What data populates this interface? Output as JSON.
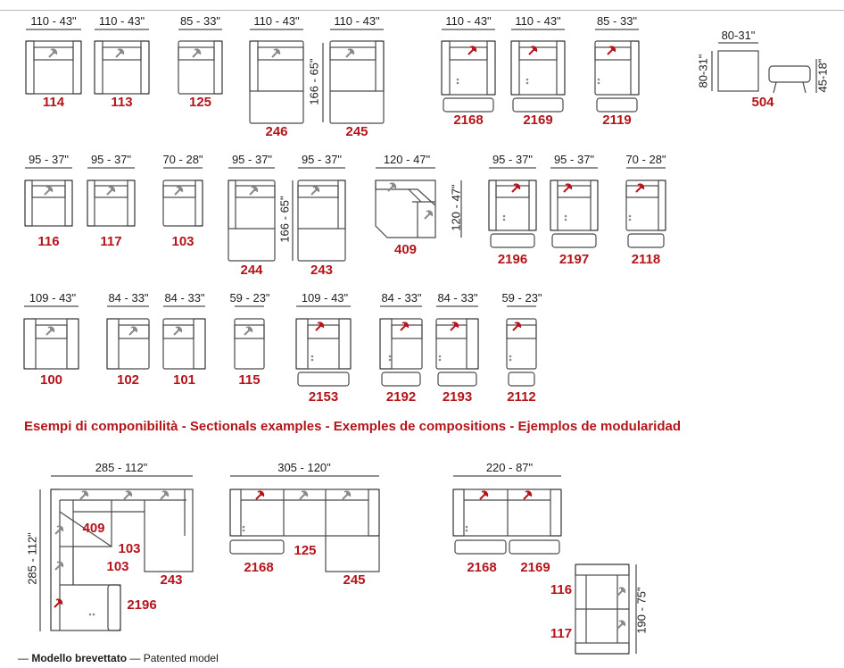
{
  "modules_row1": [
    {
      "width": "110 - 43\"",
      "code": "114"
    },
    {
      "width": "110 - 43\"",
      "code": "113"
    },
    {
      "width": "85 - 33\"",
      "code": "125"
    },
    {
      "width": "110 - 43\"",
      "code": "246",
      "depth": "166 - 65\""
    },
    {
      "width": "110 - 43\"",
      "code": "245"
    },
    {
      "width": "110 - 43\"",
      "code": "2168"
    },
    {
      "width": "110 - 43\"",
      "code": "2169"
    },
    {
      "width": "85 - 33\"",
      "code": "2119"
    }
  ],
  "pouf": {
    "width": "80-31\"",
    "depth": "80-31\"",
    "height": "45-18\"",
    "code": "504"
  },
  "modules_row2": [
    {
      "width": "95 - 37\"",
      "code": "116"
    },
    {
      "width": "95 - 37\"",
      "code": "117"
    },
    {
      "width": "70 - 28\"",
      "code": "103"
    },
    {
      "width": "95 - 37\"",
      "code": "244",
      "depth": "166 - 65\""
    },
    {
      "width": "95 - 37\"",
      "code": "243"
    },
    {
      "width": "120 - 47\"",
      "code": "409",
      "depth": "120 - 47\""
    },
    {
      "width": "95 - 37\"",
      "code": "2196"
    },
    {
      "width": "95 - 37\"",
      "code": "2197"
    },
    {
      "width": "70 - 28\"",
      "code": "2118"
    }
  ],
  "modules_row3": [
    {
      "width": "109 - 43\"",
      "code": "100"
    },
    {
      "width": "84 - 33\"",
      "code": "102"
    },
    {
      "width": "84 - 33\"",
      "code": "101"
    },
    {
      "width": "59 - 23\"",
      "code": "115"
    },
    {
      "width": "109 - 43\"",
      "code": "2153"
    },
    {
      "width": "84 - 33\"",
      "code": "2192"
    },
    {
      "width": "84 - 33\"",
      "code": "2193"
    },
    {
      "width": "59 - 23\"",
      "code": "2112"
    }
  ],
  "section_title": "Esempi di componibilità  -  Sectionals examples - Exemples de compositions - Ejemplos de modularidad",
  "examples": [
    {
      "width": "285 - 112\"",
      "depth": "285 - 112\"",
      "codes": [
        "409",
        "103",
        "103",
        "243",
        "2196"
      ]
    },
    {
      "width": "305 - 120\"",
      "codes": [
        "125",
        "2168",
        "245"
      ]
    },
    {
      "width": "220 - 87\"",
      "codes": [
        "2168",
        "2169"
      ]
    },
    {
      "depth": "190 - 75\"",
      "codes": [
        "116",
        "117"
      ]
    }
  ],
  "footer": {
    "it": "Modello brevettato",
    "en": "Patented model"
  },
  "colors": {
    "accent_red": "#b5141b",
    "line": "#4a4a4a",
    "text": "#1c1c1c"
  }
}
